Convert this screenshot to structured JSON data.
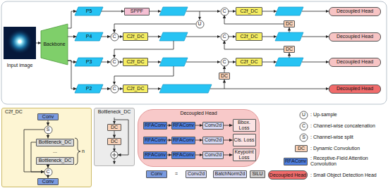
{
  "diagram": {
    "nodes": [
      {
        "text": [
          "Backbone"
        ]
      },
      {
        "text": [
          "P5"
        ]
      },
      {
        "text": [
          "SPPF"
        ]
      },
      {
        "text": [
          "C"
        ]
      },
      {
        "text": [
          "C2f_DC"
        ]
      },
      {
        "text": [
          "Decoupled Head"
        ]
      },
      {
        "text": [
          "U"
        ]
      },
      {
        "text": [
          "DC"
        ]
      },
      {
        "text": [
          "P4"
        ]
      },
      {
        "text": [
          "C"
        ]
      },
      {
        "text": [
          "C2f_DC"
        ]
      },
      {
        "text": [
          "C"
        ]
      },
      {
        "text": [
          "C2f_DC"
        ]
      },
      {
        "text": [
          "Decoupled Head"
        ]
      },
      {
        "text": [
          "DC"
        ]
      },
      {
        "text": [
          "P3"
        ]
      },
      {
        "text": [
          "C"
        ]
      },
      {
        "text": [
          "C2f_DC"
        ]
      },
      {
        "text": [
          "C"
        ]
      },
      {
        "text": [
          "C2f_DC"
        ]
      },
      {
        "text": [
          "Decoupled Head"
        ]
      },
      {
        "text": [
          "DC"
        ]
      },
      {
        "text": [
          "P2"
        ]
      },
      {
        "text": [
          "C"
        ]
      },
      {
        "text": [
          "C2f_DC"
        ]
      },
      {
        "text": [
          "Decoupled Head"
        ]
      },
      {
        "text": [
          "C2f_DC"
        ]
      },
      {
        "text": [
          "Conv"
        ],
        "in": 26
      },
      {
        "text": [
          "S"
        ],
        "in": 26
      },
      {
        "text": [
          "Bottleneck_DC"
        ],
        "in": 26
      },
      {
        "text": [
          "Bottleneck_DC"
        ],
        "in": 26
      },
      {
        "text": [
          "C"
        ],
        "in": 26
      },
      {
        "text": [
          "Conv"
        ],
        "in": 26
      },
      {
        "text": [
          "Bottleneck_DC"
        ]
      },
      {
        "text": [
          "DC"
        ],
        "in": 33
      },
      {
        "text": [
          "DC"
        ],
        "in": 33
      },
      {
        "text": [
          "Decoupled Head"
        ]
      },
      {
        "text": [
          "RFAConv"
        ],
        "in": 36
      },
      {
        "text": [
          "RFAConv"
        ],
        "in": 36
      },
      {
        "text": [
          "Conv2d"
        ],
        "in": 36
      },
      {
        "text": [
          "Bbox. Loss"
        ],
        "in": 36
      },
      {
        "text": [
          "RFAConv"
        ],
        "in": 36
      },
      {
        "text": [
          "RFAConv"
        ],
        "in": 36
      },
      {
        "text": [
          "Conv2d"
        ],
        "in": 36
      },
      {
        "text": [
          "Cls. Loss"
        ],
        "in": 36
      },
      {
        "text": [
          "RFAConv"
        ],
        "in": 36
      },
      {
        "text": [
          "RFAConv"
        ],
        "in": 36
      },
      {
        "text": [
          "Conv2d"
        ],
        "in": 36
      },
      {
        "text": [
          "Keypoint Loss"
        ],
        "in": 36
      },
      {
        "text": [
          "Conv"
        ]
      },
      {
        "text": [
          "Conv2d"
        ]
      },
      {
        "text": [
          "BatchNorm2d"
        ]
      },
      {
        "text": [
          "SiLU"
        ]
      }
    ],
    "edges": [
      {
        "from": 0,
        "to": 1,
        "arrow": "to"
      },
      {
        "from": 0,
        "to": 8,
        "arrow": "to"
      },
      {
        "from": 0,
        "to": 15,
        "arrow": "to"
      },
      {
        "from": 0,
        "to": 22,
        "arrow": "to"
      },
      {
        "from": 1,
        "to": 2,
        "arrow": "to"
      },
      {
        "from": 3,
        "to": 4,
        "arrow": "to"
      },
      {
        "from": 6,
        "to": 9,
        "arrow": "to"
      },
      {
        "from": 7,
        "to": 3,
        "arrow": "to"
      },
      {
        "from": 8,
        "to": 9,
        "arrow": "to"
      },
      {
        "from": 9,
        "to": 10,
        "arrow": "to"
      },
      {
        "from": 11,
        "to": 12,
        "arrow": "to"
      },
      {
        "from": 14,
        "to": 11,
        "arrow": "to"
      },
      {
        "from": 15,
        "to": 16,
        "arrow": "to"
      },
      {
        "from": 16,
        "to": 17,
        "arrow": "to"
      },
      {
        "from": 18,
        "to": 19,
        "arrow": "to"
      },
      {
        "from": 21,
        "to": 18,
        "arrow": "to"
      },
      {
        "from": 22,
        "to": 23,
        "arrow": "to"
      },
      {
        "from": 23,
        "to": 24,
        "arrow": "to"
      },
      {
        "from": 27,
        "to": 28,
        "arrow": "to"
      },
      {
        "from": 28,
        "to": 29,
        "arrow": "to"
      },
      {
        "from": 28,
        "to": 31,
        "arrow": "to"
      },
      {
        "from": 29,
        "to": 31,
        "arrow": "to"
      },
      {
        "from": 30,
        "to": 31,
        "arrow": "to"
      },
      {
        "from": 31,
        "to": 32,
        "arrow": "to"
      },
      {
        "from": 34,
        "to": 35,
        "arrow": "to"
      },
      {
        "from": 37,
        "to": 38,
        "arrow": "to"
      },
      {
        "from": 38,
        "to": 39,
        "arrow": "to"
      },
      {
        "from": 39,
        "to": 40,
        "arrow": "to"
      },
      {
        "from": 41,
        "to": 42,
        "arrow": "to"
      },
      {
        "from": 42,
        "to": 43,
        "arrow": "to"
      },
      {
        "from": 43,
        "to": 44,
        "arrow": "to"
      },
      {
        "from": 45,
        "to": 46,
        "arrow": "to"
      },
      {
        "from": 46,
        "to": 47,
        "arrow": "to"
      },
      {
        "from": 47,
        "to": 48,
        "arrow": "to"
      }
    ],
    "labels": [
      "Input image",
      "...",
      "n",
      "=",
      "U",
      "C",
      "S",
      "DC",
      "RFAConv",
      "Decoupled Head"
    ],
    "legend": [
      {
        "text": ": Up-sample"
      },
      {
        "text": ": Channel-wise concatenation"
      },
      {
        "text": ": Channel-wise split"
      },
      {
        "text": ": Dynamic Convolution",
        "color": "#fad3ba"
      },
      {
        "text": ": Receptive-Field Attention Convolution",
        "color": "#4f7fe0"
      },
      {
        "text": ": Small Object Detection Head",
        "color": "#f06b6b"
      }
    ]
  }
}
